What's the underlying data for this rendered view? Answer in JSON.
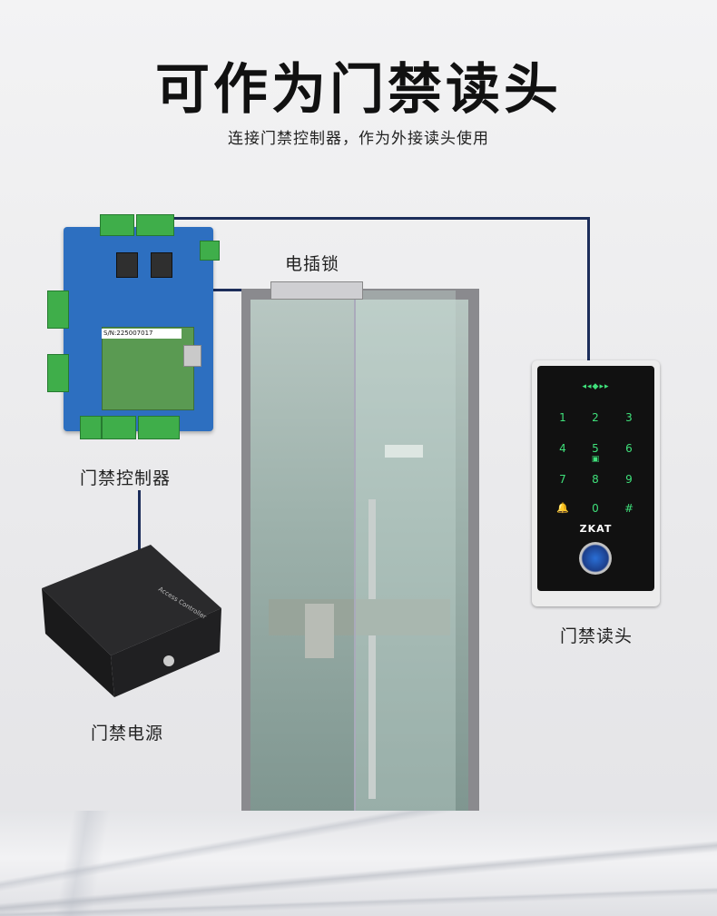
{
  "header": {
    "title": "可作为门禁读头",
    "subtitle": "连接门禁控制器，作为外接读头使用"
  },
  "labels": {
    "lock": "电插锁",
    "controller": "门禁控制器",
    "power": "门禁电源",
    "reader": "门禁读头"
  },
  "controller_board": {
    "serial": "S/N:225007017"
  },
  "power_box": {
    "label": "Access Controller"
  },
  "reader": {
    "brand": "ZKAT",
    "nfc_symbol": "◂◂◆▸▸",
    "keys": [
      "1",
      "2",
      "3",
      "4",
      "5",
      "6",
      "7",
      "8",
      "9",
      "🔔",
      "0",
      "#"
    ]
  },
  "colors": {
    "wire": "#1c2d5a",
    "key_glow": "#3fe07a",
    "board": "#2d6fc0"
  }
}
